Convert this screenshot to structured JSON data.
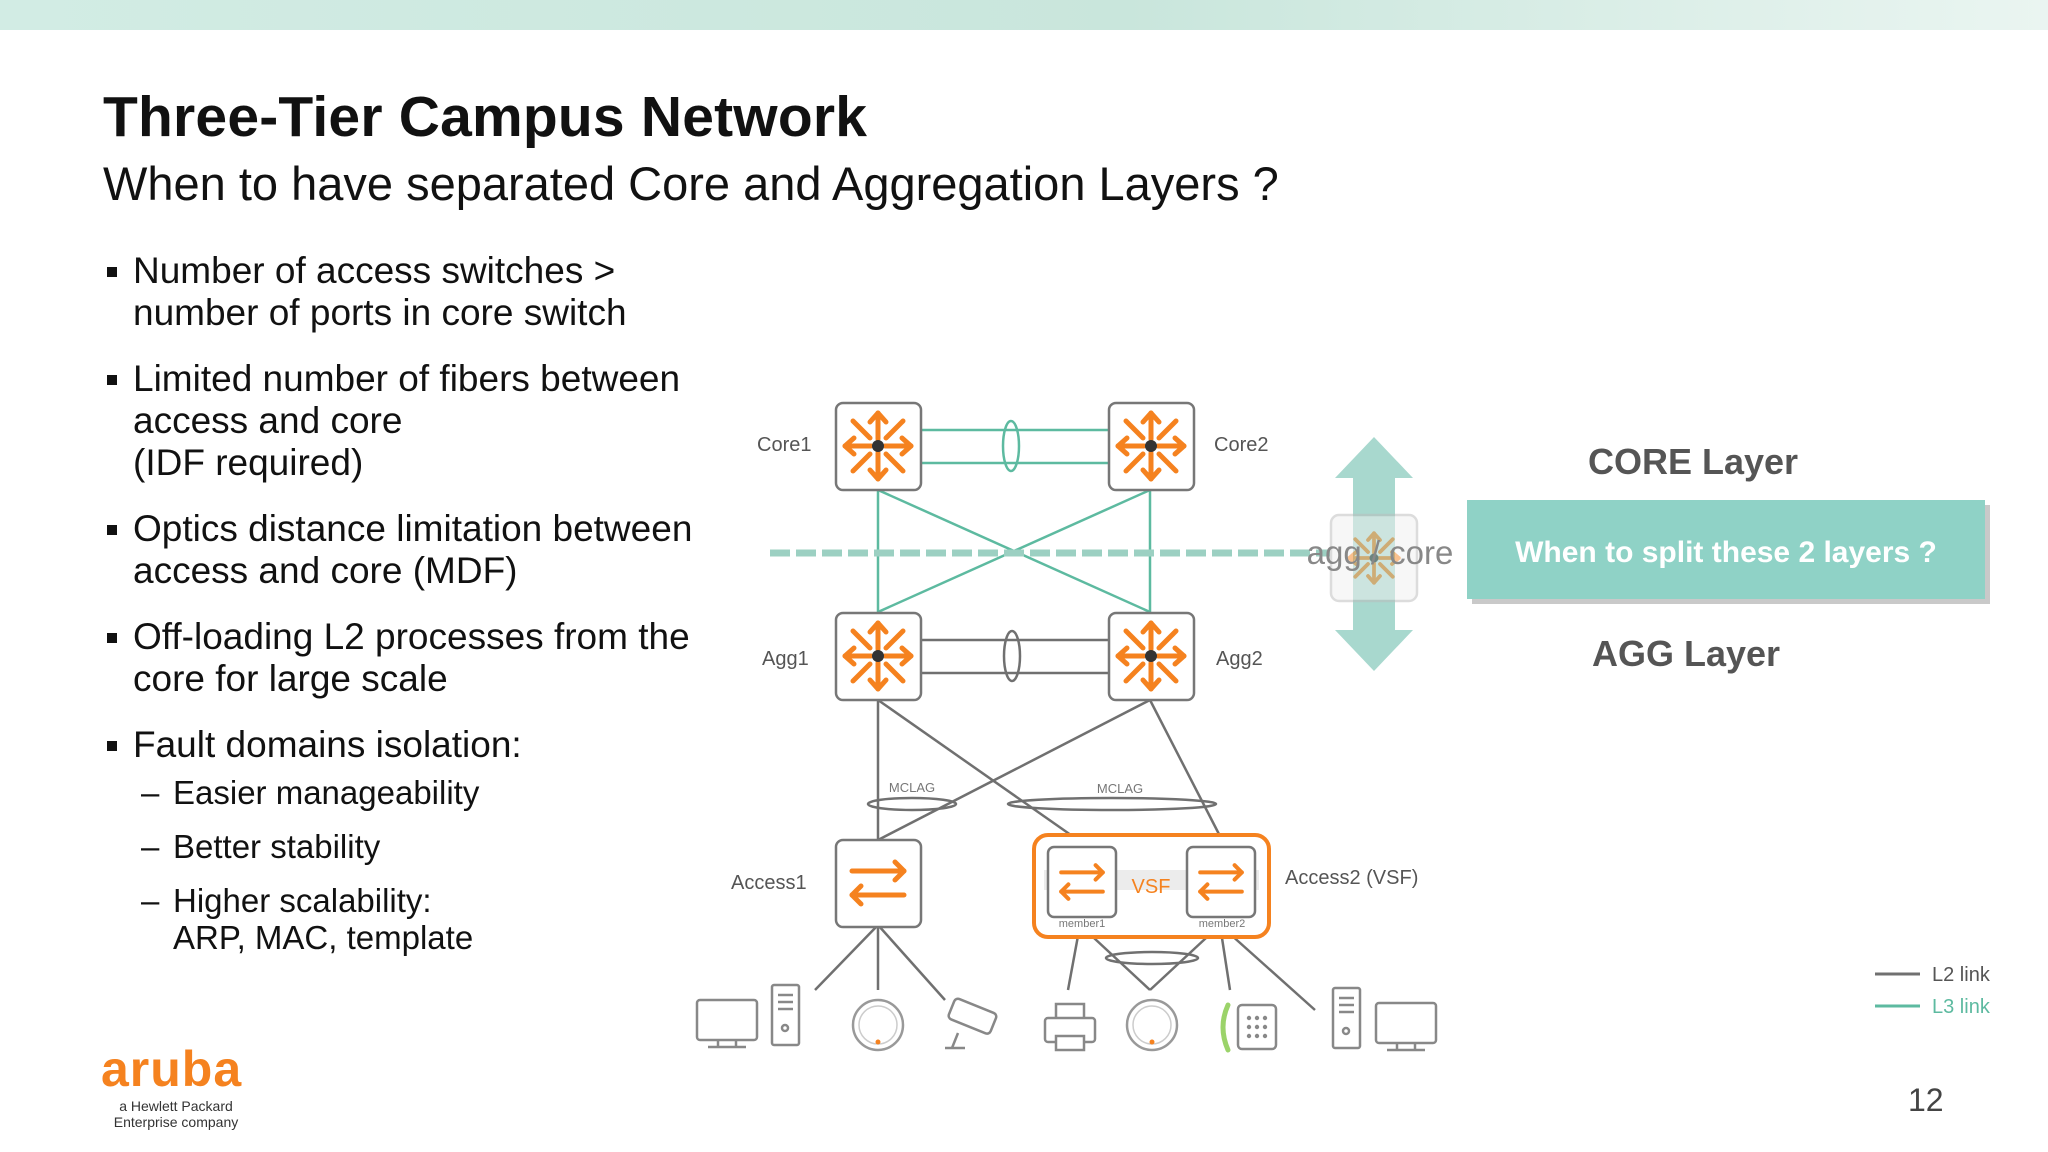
{
  "slide": {
    "title": "Three-Tier Campus Network",
    "subtitle": "When to have separated Core and Aggregation Layers ?",
    "page_number": "12"
  },
  "bullets": [
    {
      "text": "Number of access switches >\nnumber of ports in core switch"
    },
    {
      "text": "Limited number of fibers between\naccess and core\n(IDF required)"
    },
    {
      "text": "Optics distance limitation between\naccess and core (MDF)"
    },
    {
      "text": "Off-loading L2 processes from the\ncore for large scale"
    },
    {
      "text": "Fault domains isolation:"
    }
  ],
  "sub_bullets": [
    {
      "text": "Easier manageability"
    },
    {
      "text": "Better stability"
    },
    {
      "text": "Higher scalability:\nARP, MAC, template"
    }
  ],
  "diagram": {
    "core1": "Core1",
    "core2": "Core2",
    "agg1": "Agg1",
    "agg2": "Agg2",
    "access1": "Access1",
    "access2": "Access2 (VSF)",
    "mclag_left": "MCLAG",
    "mclag_right": "MCLAG",
    "vsf": "VSF",
    "member1": "member1",
    "member2": "member2",
    "agg_core": "agg / core",
    "core_layer": "CORE Layer",
    "agg_layer": "AGG Layer",
    "split_question": "When to split these 2 layers ?",
    "legend_l2": "L2 link",
    "legend_l3": "L3 link"
  },
  "brand": {
    "wordmark": "aruba",
    "tagline": "a Hewlett Packard\nEnterprise company"
  },
  "colors": {
    "accent_orange": "#f5821f",
    "l3_green": "#5dbaa0",
    "l2_gray": "#707070",
    "callout_teal": "#8fd2c6"
  },
  "icons": [
    "router-icon",
    "switch-icon",
    "monitor-icon",
    "server-icon",
    "access-point-icon",
    "camera-icon",
    "printer-icon",
    "phone-icon"
  ]
}
